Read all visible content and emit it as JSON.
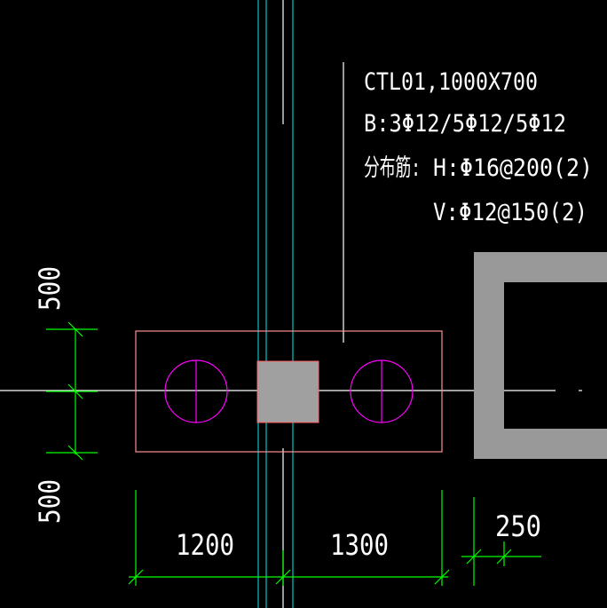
{
  "colors": {
    "background": "#000000",
    "cyan_lines": "#00c8c8",
    "axis_line": "#ffffff",
    "cap_outline": "#ff9090",
    "pile_circle": "#ff00ff",
    "column_fill": "#a0a0a0",
    "column_outline": "#ff6060",
    "dimension_line": "#00ff00",
    "text": "#ffffff",
    "wall_fill": "#999999"
  },
  "annotation": {
    "line1": "CTL01,1000X700",
    "line2": "B:3Φ12/5Φ12/5Φ12",
    "line3_prefix": "分布筋:",
    "line3_value": "H:Φ16@200(2)",
    "line4": "V:Φ12@150(2)"
  },
  "dimensions": {
    "left_upper": "500",
    "left_lower": "500",
    "bottom_left": "1200",
    "bottom_right": "1300",
    "right_gap": "250"
  }
}
